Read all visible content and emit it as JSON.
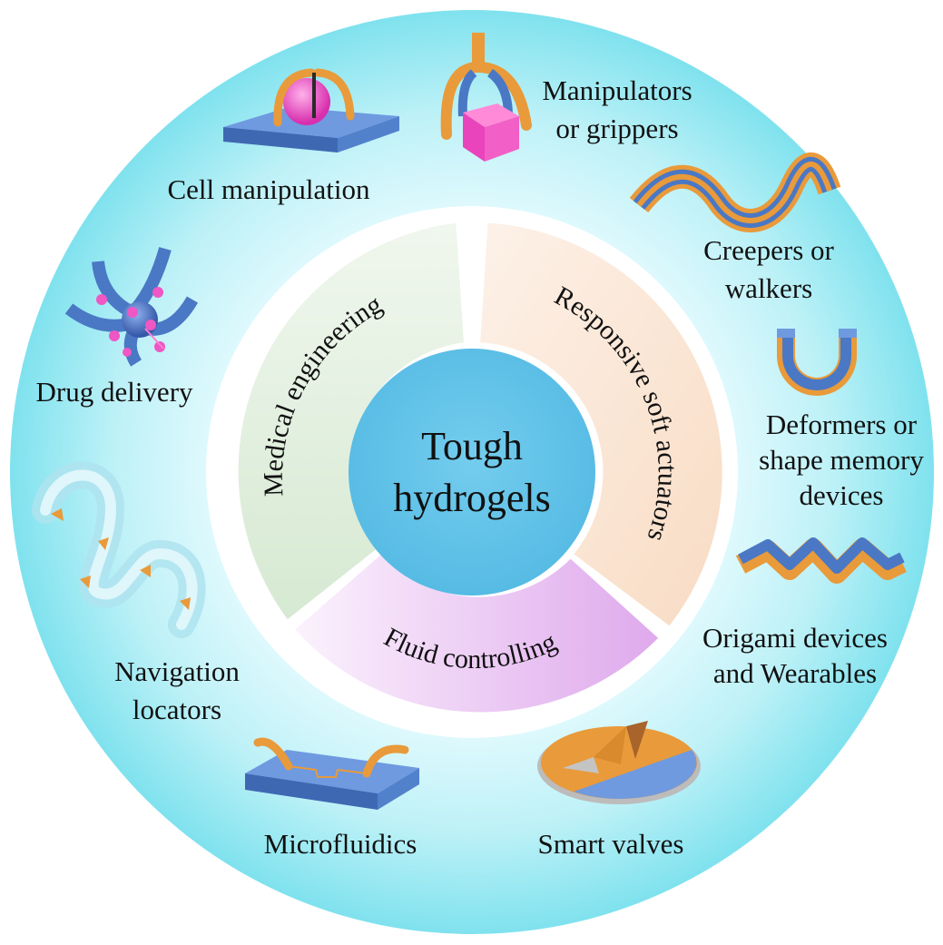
{
  "center": {
    "line1": "Tough",
    "line2": "hydrogels"
  },
  "segments": {
    "medical": "Medical engineering",
    "actuators": "Responsive soft actuators",
    "fluid": "Fluid controlling"
  },
  "applications": {
    "manipulators": [
      "Manipulators",
      "or grippers"
    ],
    "cell": "Cell manipulation",
    "creepers": [
      "Creepers or",
      "walkers"
    ],
    "drug": "Drug delivery",
    "deformers": [
      "Deformers or",
      "shape memory",
      "devices"
    ],
    "origami": [
      "Origami devices",
      "and Wearables"
    ],
    "navigation": [
      "Navigation",
      "locators"
    ],
    "microfluidics": "Microfluidics",
    "valves": "Smart valves"
  },
  "colors": {
    "outer_ring": "#7fe2ee",
    "medical": "#dfeedd",
    "actuators": "#fbe6d5",
    "fluid": "#e3b8ee",
    "center": "#5fc3e8",
    "orange": "#e99a3a",
    "blue": "#4a78c4",
    "pink": "#ee57c4"
  }
}
